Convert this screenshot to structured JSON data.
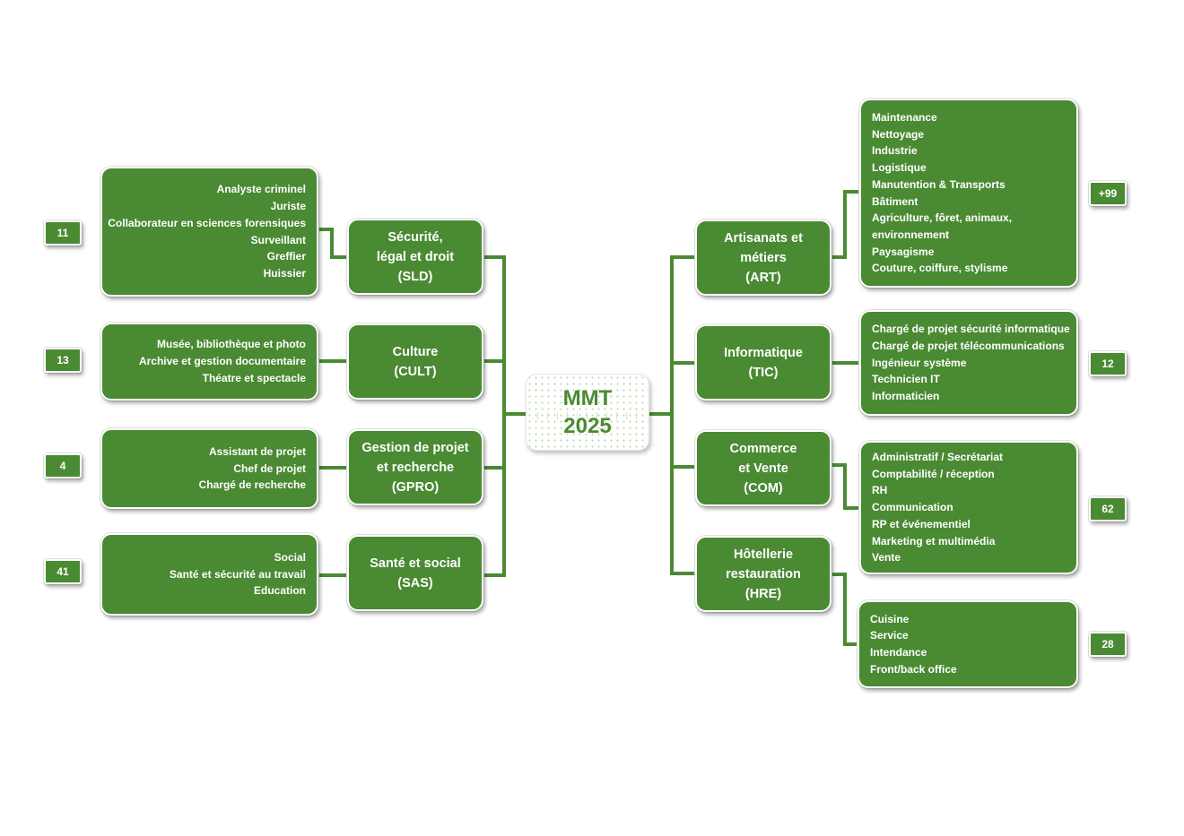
{
  "center": {
    "line1": "MMT",
    "line2": "2025"
  },
  "colors": {
    "primary": "#4a8a33",
    "background": "#ffffff",
    "text": "#ffffff"
  },
  "left_branches": [
    {
      "id": "SLD",
      "title_lines": [
        "Sécurité,",
        "légal et droit",
        "(SLD)"
      ],
      "items": [
        "Analyste criminel",
        "Juriste",
        "Collaborateur en sciences forensiques",
        "Surveillant",
        "Greffier",
        "Huissier"
      ],
      "count": "11"
    },
    {
      "id": "CULT",
      "title_lines": [
        "Culture",
        "(CULT)"
      ],
      "items": [
        "Musée, bibliothèque et photo",
        "Archive et gestion documentaire",
        "Théatre et spectacle"
      ],
      "count": "13"
    },
    {
      "id": "GPRO",
      "title_lines": [
        "Gestion de projet",
        "et recherche",
        "(GPRO)"
      ],
      "items": [
        "Assistant de projet",
        "Chef de projet",
        "Chargé de recherche"
      ],
      "count": "4"
    },
    {
      "id": "SAS",
      "title_lines": [
        "Santé et social",
        "(SAS)"
      ],
      "items": [
        "Social",
        "Santé et sécurité au travail",
        "Education"
      ],
      "count": "41"
    }
  ],
  "right_branches": [
    {
      "id": "ART",
      "title_lines": [
        "Artisanats et",
        "métiers",
        "(ART)"
      ],
      "items": [
        "Maintenance",
        "Nettoyage",
        "Industrie",
        "Logistique",
        "Manutention & Transports",
        "Bâtiment",
        "Agriculture, fôret, animaux,",
        "environnement",
        "Paysagisme",
        "Couture, coiffure, stylisme"
      ],
      "count": "+99"
    },
    {
      "id": "TIC",
      "title_lines": [
        "Informatique",
        "(TIC)"
      ],
      "items": [
        "Chargé de projet sécurité informatique",
        "Chargé de projet télécommunications",
        "Ingénieur système",
        "Technicien IT",
        "Informaticien"
      ],
      "count": "12"
    },
    {
      "id": "COM",
      "title_lines": [
        "Commerce",
        "et Vente",
        "(COM)"
      ],
      "items": [
        "Administratif / Secrétariat",
        "Comptabilité / réception",
        "RH",
        "Communication",
        "RP et événementiel",
        "Marketing et multimédia",
        "Vente"
      ],
      "count": "62"
    },
    {
      "id": "HRE",
      "title_lines": [
        "Hôtellerie",
        "restauration",
        "(HRE)"
      ],
      "items": [
        "Cuisine",
        "Service",
        "Intendance",
        "Front/back office"
      ],
      "count": "28"
    }
  ]
}
